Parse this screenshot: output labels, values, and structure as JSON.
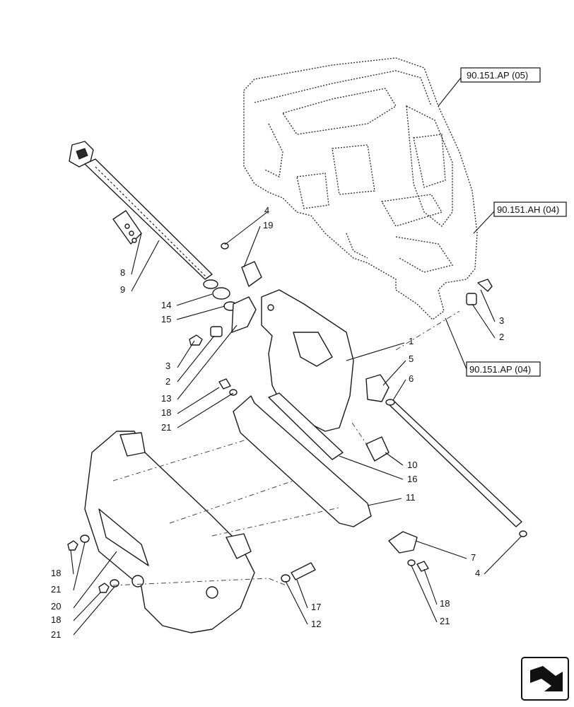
{
  "references": [
    {
      "id": "ref-1",
      "text": "90.151.AP (05)"
    },
    {
      "id": "ref-2",
      "text": "90.151.AH (04)"
    },
    {
      "id": "ref-3",
      "text": "90.151.AP (04)"
    }
  ],
  "callouts": {
    "c4a": "4",
    "c19": "19",
    "c8": "8",
    "c9": "9",
    "c14": "14",
    "c15": "15",
    "c3a": "3",
    "c2a": "2",
    "c13": "13",
    "c18a": "18",
    "c21a": "21",
    "c3b": "3",
    "c2b": "2",
    "c1": "1",
    "c5": "5",
    "c6": "6",
    "c10": "10",
    "c16": "16",
    "c11": "11",
    "c7": "7",
    "c4b": "4",
    "c18b": "18",
    "c21b": "21",
    "c17": "17",
    "c12": "12",
    "c18c": "18",
    "c21c": "21",
    "c20": "20",
    "c18d": "18",
    "c21d": "21"
  },
  "icons": {
    "nav": "next-page-arrow-icon"
  }
}
